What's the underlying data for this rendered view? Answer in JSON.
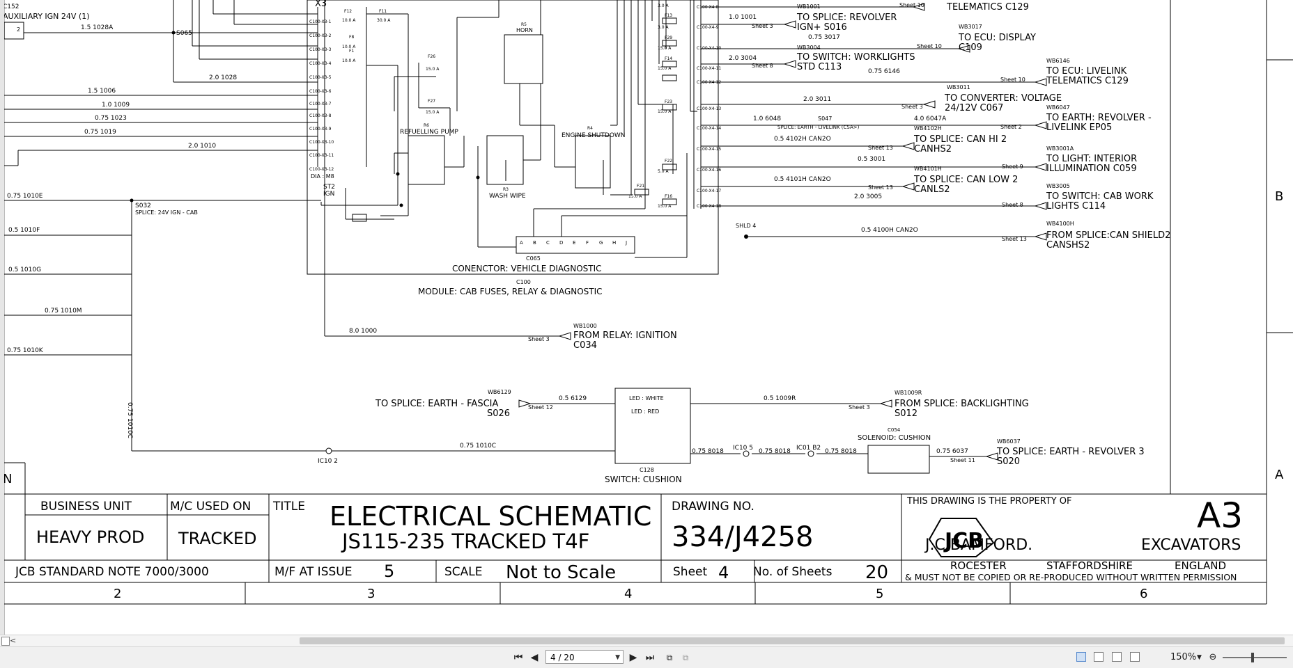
{
  "schematic": {
    "modules": {
      "cab_fuses_module": "MODULE: CAB FUSES, RELAY & DIAGNOSTIC",
      "cab_fuses_module_id": "C100",
      "connector_x3": "X3",
      "diag_connector": "CONENCTOR: VEHICLE DIAGNOSTIC",
      "diag_connector_id": "C065",
      "dia_label": "DIA : M8",
      "st2_ign": "ST2",
      "st2_ign2": "IGN",
      "switch_cushion": "SWITCH: CUSHION",
      "switch_cushion_id": "C128",
      "led_white": "LED : WHITE",
      "led_red": "LED : RED",
      "solenoid_cushion": "SOLENOID: CUSHION",
      "solenoid_cushion_id": "C054"
    },
    "relays": {
      "horn": "HORN",
      "horn_id": "R5",
      "refuelling_pump": "REFUELLING PUMP",
      "refuelling_pump_id": "R6",
      "wash_wipe": "WASH WIPE",
      "wash_wipe_id": "R3",
      "engine_shutdown": "ENGINE SHUTDOWN",
      "engine_shutdown_id": "R4"
    },
    "fuses": {
      "f12": "F12",
      "f12_rating": "10.0 A",
      "f11": "F11",
      "f11_rating": "30.0 A",
      "f8": "F8",
      "f8_rating": "10.0 A",
      "f1": "F1",
      "f1_rating": "10.0 A",
      "f26": "F26",
      "f26_rating": "15.0 A",
      "f27": "F27",
      "f27_rating": "15.0 A",
      "f13": "F13",
      "f13_rating": "3.0 A",
      "f9": "F29",
      "f9_rating": "15.0 A",
      "f14": "F14",
      "f14_rating": "15.0 A",
      "f23": "F23",
      "f23_rating": "15.0 A",
      "f22": "F22",
      "f22_rating": "5.0 A",
      "f21": "F21",
      "f21_rating": "15.0 A",
      "f16": "F16",
      "f16_rating": "15.0 A",
      "f3_rating": "3.0 A"
    },
    "x3_pins": [
      "C100-X3-1",
      "C100-X3-2",
      "C100-X3-3",
      "C100-X3-4",
      "C100-X3-5",
      "C100-X3-6",
      "C100-X3-7",
      "C100-X3-8",
      "C100-X3-9",
      "C100-X3-10",
      "C100-X3-11",
      "C100-X3-12"
    ],
    "x4_pins": [
      "C100-X4-8",
      "C100-X4-9",
      "C100-X4-10",
      "C100-X4-11",
      "C100-X4-12",
      "C100-X4-13",
      "C100-X4-14",
      "C100-X4-15",
      "C100-X4-16",
      "C100-X4-17",
      "C100-X4-18"
    ],
    "diag_pins": [
      "A",
      "B",
      "C",
      "D",
      "E",
      "F",
      "G",
      "H",
      "J"
    ],
    "left_wires": {
      "aux_ign_id": "C152",
      "aux_ign": "AUXILIARY IGN 24V (1)",
      "aux_pin": "2",
      "w1028a": "1.5 1028A",
      "s065": "S065",
      "w1028": "2.0 1028",
      "w1006": "1.5 1006",
      "w1009": "1.0 1009",
      "w1023": "0.75 1023",
      "w1019": "0.75 1019",
      "w1010": "2.0 1010",
      "w1010e": "0.75 1010E",
      "s032": "S032",
      "s032_desc": "SPLICE: 24V IGN - CAB",
      "w1010f": "0.5 1010F",
      "w1010g": "0.5 1010G",
      "w1010m": "0.75 1010M",
      "w1010k": "0.75 1010K",
      "w1010c_vert": "0.75 1010C",
      "w1010c": "0.75 1010C",
      "ic10_2": "IC10 2",
      "n_label": "N"
    },
    "right_wires": {
      "telematics_top": "TELEMATICS C129",
      "sheet10_top": "Sheet 10",
      "wb1001": "WB1001",
      "w1001": "1.0 1001",
      "sheet3_a": "Sheet 3",
      "dest_s016_1": "TO SPLICE: REVOLVER",
      "dest_s016_2": "IGN+ S016",
      "w3017": "0.75 3017",
      "wb3017": "WB3017",
      "sheet10_b": "Sheet 10",
      "dest_c109_1": "TO ECU: DISPLAY",
      "dest_c109_2": "C109",
      "wb3004": "WB3004",
      "w3004": "2.0 3004",
      "sheet8_a": "Sheet 8",
      "dest_c113_1": "TO SWITCH: WORKLIGHTS",
      "dest_c113_2": "STD C113",
      "w6146": "0.75 6146",
      "wb6146": "WB6146",
      "sheet10_c": "Sheet 10",
      "dest_c129_1": "TO ECU: LIVELINK",
      "dest_c129_2": "TELEMATICS C129",
      "wb3011": "WB3011",
      "w3011": "2.0 3011",
      "sheet3_b": "Sheet 3",
      "dest_c067_1": "TO CONVERTER: VOLTAGE",
      "dest_c067_2": "24/12V C067",
      "w6048": "1.0 6048",
      "s047": "S047",
      "s047_desc": "SPLICE: EARTH - LIVELINK (CSA>)",
      "w6047a": "4.0 6047A",
      "wb6047": "WB6047",
      "sheet2": "Sheet 2",
      "dest_ep05_1": "TO EARTH: REVOLVER -",
      "dest_ep05_2": "LIVELINK EP05",
      "wb4102h": "WB4102H",
      "w4102h": "0.5 4102H CAN2O",
      "sheet13_a": "Sheet 13",
      "dest_canhs2_1": "TO SPLICE: CAN HI 2",
      "dest_canhs2_2": "CANHS2",
      "w3001": "0.5 3001",
      "wb3001a": "WB3001A",
      "sheet9": "Sheet 9",
      "dest_c059_1": "TO LIGHT: INTERIOR",
      "dest_c059_2": "ILLUMINATION C059",
      "wb4101h": "WB4101H",
      "w4101h": "0.5 4101H CAN2O",
      "sheet13_b": "Sheet 13",
      "dest_canls2_1": "TO SPLICE: CAN LOW 2",
      "dest_canls2_2": "CANLS2",
      "w3005": "2.0 3005",
      "wb3005": "WB3005",
      "sheet8_b": "Sheet 8",
      "dest_c114_1": "TO SWITCH: CAB WORK",
      "dest_c114_2": "LIGHTS C114",
      "shld4": "SHLD 4",
      "w4100h": "0.5 4100H CAN2O",
      "wb4100h": "WB4100H",
      "sheet13_c": "Sheet 13",
      "dest_cansh2_1": "FROM SPLICE:CAN SHIELD2",
      "dest_cansh2_2": "CANSHS2"
    },
    "lower_wires": {
      "wb1000": "WB1000",
      "w1000": "8.0 1000",
      "sheet3_c": "Sheet 3",
      "dest_c034_1": "FROM RELAY: IGNITION",
      "dest_c034_2": "C034",
      "wb6129": "WB6129",
      "w6129": "0.5 6129",
      "sheet12": "Sheet 12",
      "dest_s026_1": "TO SPLICE: EARTH - FASCIA",
      "dest_s026_2": "S026",
      "w1009r": "0.5 1009R",
      "wb1009r": "WB1009R",
      "sheet3_d": "Sheet 3",
      "dest_s012_1": "FROM SPLICE: BACKLIGHTING",
      "dest_s012_2": "S012",
      "w8018_a": "0.75 8018",
      "ic10_5": "IC10 5",
      "w8018_b": "0.75 8018",
      "ic01_b2": "IC01 B2",
      "w8018_c": "0.75 8018",
      "w6037": "0.75 6037",
      "sheet11": "Sheet 11",
      "wb6037": "WB6037",
      "dest_s020_1": "TO SPLICE: EARTH - REVOLVER 3",
      "dest_s020_2": "S020"
    },
    "border": {
      "row_b": "B",
      "row_a": "A"
    }
  },
  "title_block": {
    "business_unit_label": "BUSINESS UNIT",
    "business_unit_value": "HEAVY PROD",
    "mc_used_on_label": "M/C USED ON",
    "mc_used_on_value": "TRACKED",
    "title_label": "TITLE",
    "title_line1": "ELECTRICAL SCHEMATIC",
    "title_line2": "JS115-235 TRACKED T4F",
    "drawing_no_label": "DRAWING NO.",
    "drawing_no_value": "334/J4258",
    "property_of": "THIS DRAWING IS THE PROPERTY OF",
    "company": "J.C.BAMFORD.",
    "logo": "JCB",
    "sheet_size": "A3",
    "division": "EXCAVATORS",
    "loc_rocester": "ROCESTER",
    "loc_staffordshire": "STAFFORDSHIRE",
    "loc_england": "ENGLAND",
    "permission": "& MUST NOT BE COPIED OR RE-PRODUCED WITHOUT WRITTEN PERMISSION",
    "standard_note": "JCB STANDARD NOTE 7000/3000",
    "mf_at_issue_label": "M/F AT ISSUE",
    "mf_at_issue_value": "5",
    "scale_label": "SCALE",
    "scale_value": "Not to Scale",
    "sheet_label": "Sheet",
    "sheet_value": "4",
    "no_of_sheets_label": "No. of Sheets",
    "no_of_sheets_value": "20",
    "zones": [
      "2",
      "3",
      "4",
      "5",
      "6"
    ]
  },
  "viewer": {
    "page_value": "4 / 20",
    "zoom": "150%"
  },
  "colors": {
    "ink": "#000000",
    "paper": "#ffffff",
    "chrome": "#f0f0f0"
  }
}
